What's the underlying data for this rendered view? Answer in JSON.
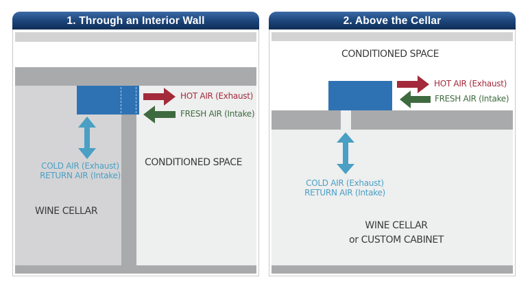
{
  "colors": {
    "header_dark": "#0f2d57",
    "header_light": "#3c6aa6",
    "unit_blue": "#2f72b4",
    "hot_air": "#a32a3a",
    "fresh_air": "#3e6a3f",
    "cold_air": "#4a9fc4",
    "wall_gray": "#a9aaac",
    "cellar_gray": "#d4d4d6",
    "conditioned_gray": "#eeefef"
  },
  "panels": [
    {
      "title": "1. Through an Interior Wall",
      "hot_air_label": "HOT AIR (Exhaust)",
      "fresh_air_label": "FRESH AIR (Intake)",
      "cold_air_label": "COLD AIR (Exhaust)",
      "return_air_label": "RETURN AIR (Intake)",
      "conditioned_space_label": "CONDITIONED SPACE",
      "cellar_label": "WINE CELLAR",
      "icons": {
        "hot_arrow": "arrow-right-icon",
        "fresh_arrow": "arrow-left-icon",
        "cold_arrow": "double-arrow-vertical-icon"
      }
    },
    {
      "title": "2. Above the Cellar",
      "hot_air_label": "HOT AIR (Exhaust)",
      "fresh_air_label": "FRESH AIR (Intake)",
      "cold_air_label": "COLD AIR (Exhaust)",
      "return_air_label": "RETURN AIR (Intake)",
      "conditioned_space_label": "CONDITIONED SPACE",
      "cellar_label_line1": "WINE CELLAR",
      "cellar_label_line2": "or CUSTOM CABINET",
      "icons": {
        "hot_arrow": "arrow-right-icon",
        "fresh_arrow": "arrow-left-icon",
        "cold_arrow": "double-arrow-vertical-icon"
      }
    }
  ]
}
